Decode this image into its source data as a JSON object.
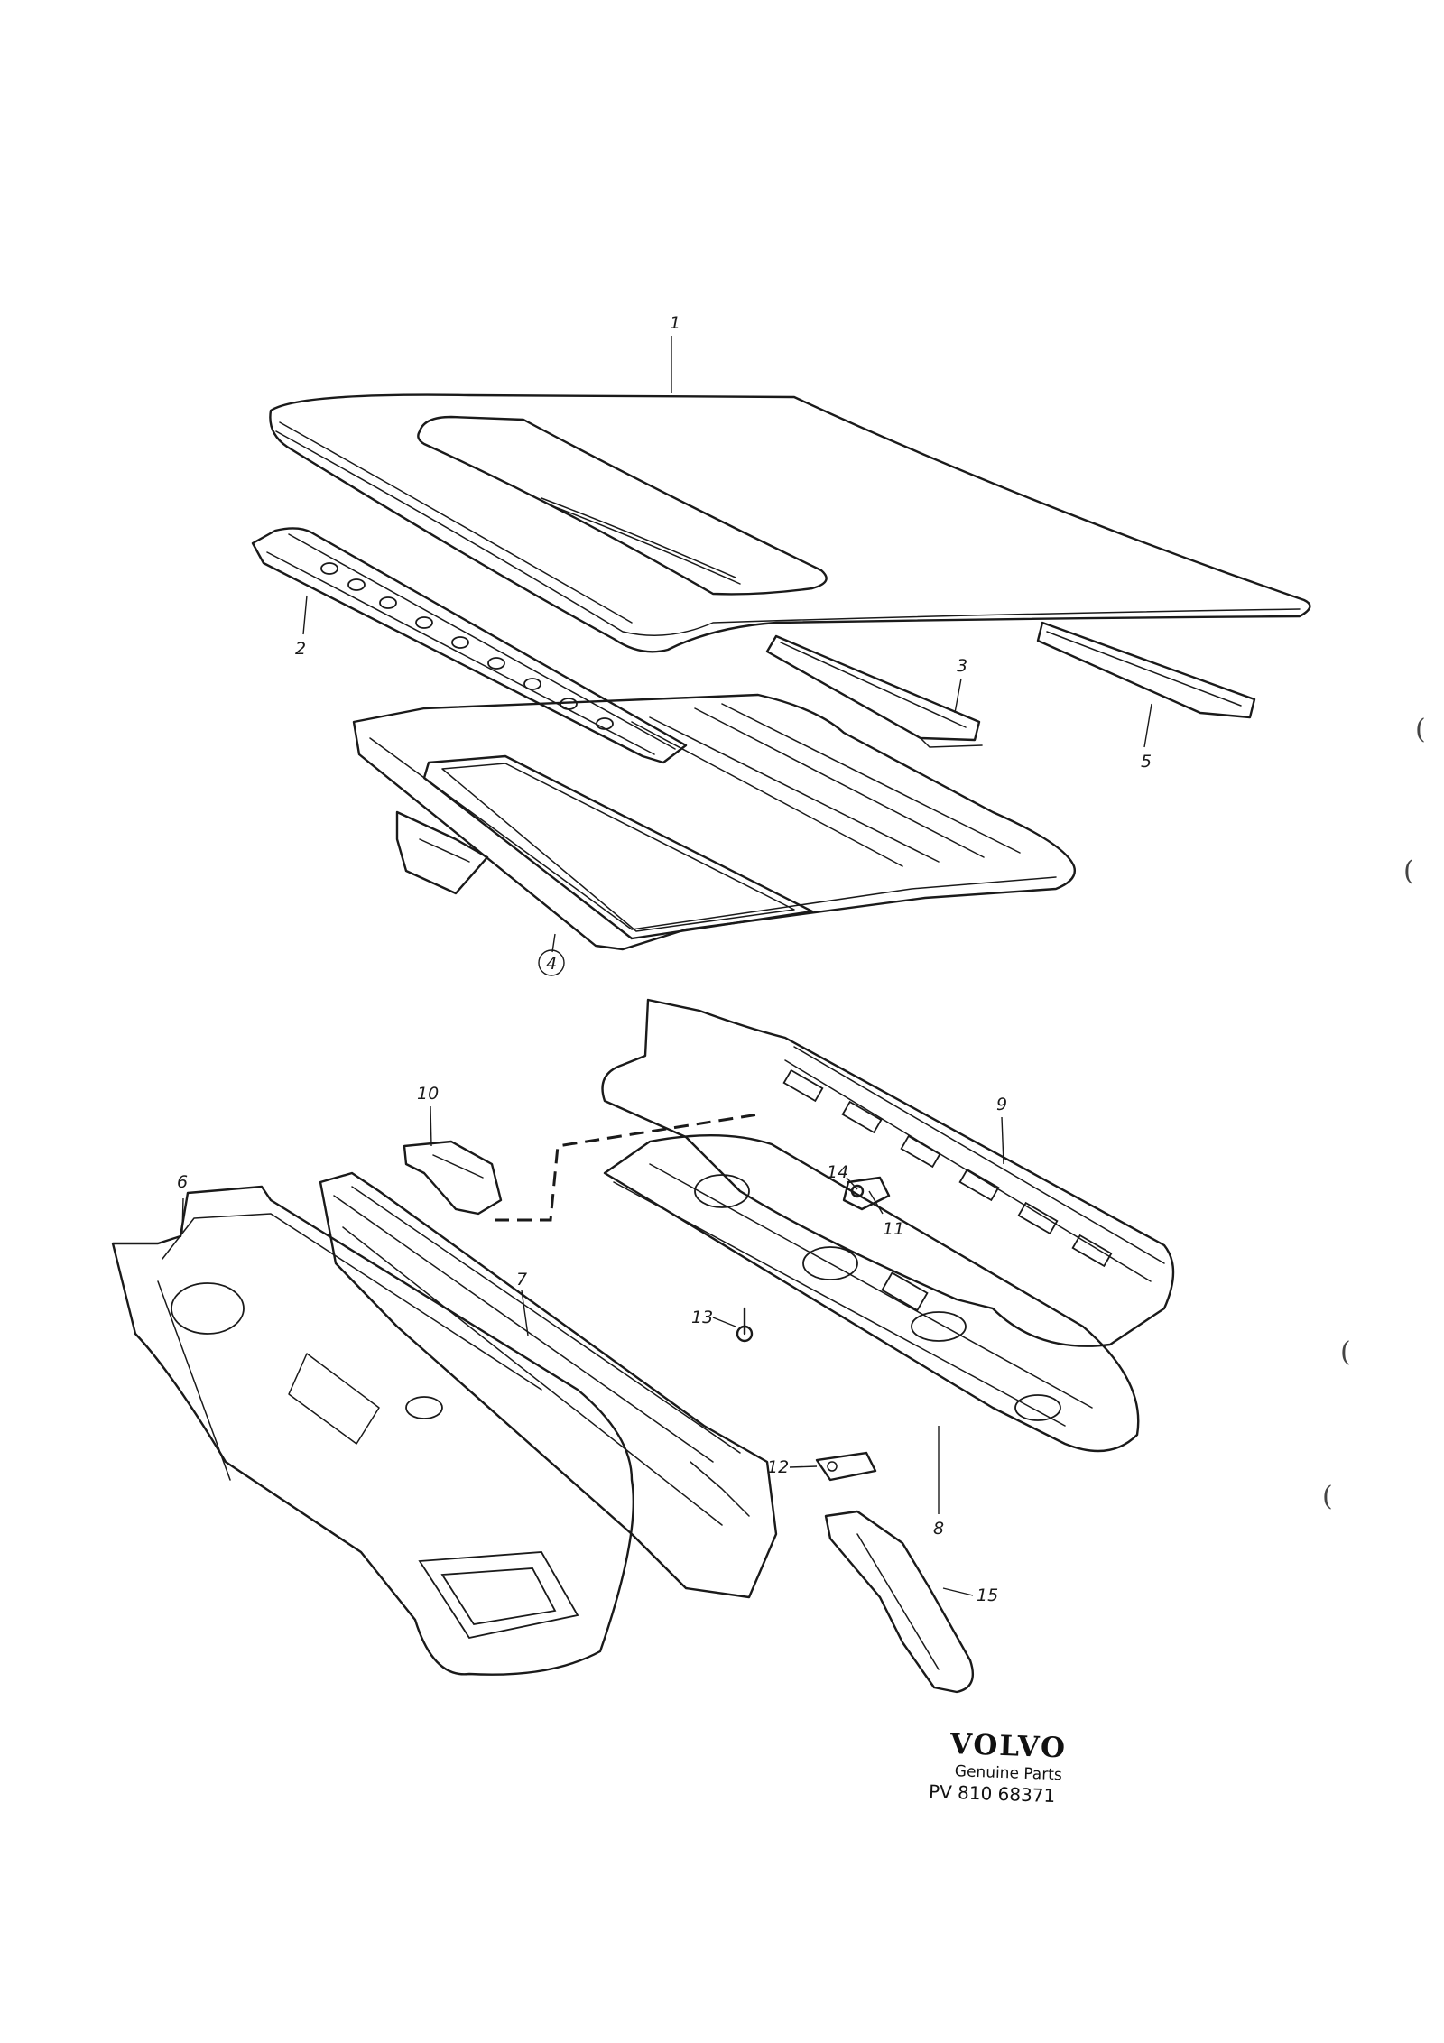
{
  "callouts": [
    "1",
    "2",
    "3",
    "4",
    "5",
    "6",
    "7",
    "8",
    "9",
    "10",
    "11",
    "12",
    "13",
    "14",
    "15"
  ],
  "margin_marks": [
    "(",
    "(",
    "(",
    "("
  ],
  "branding": {
    "logo": "VOLVO",
    "tagline": "Genuine Parts",
    "part_number": "PV 810 68371"
  }
}
